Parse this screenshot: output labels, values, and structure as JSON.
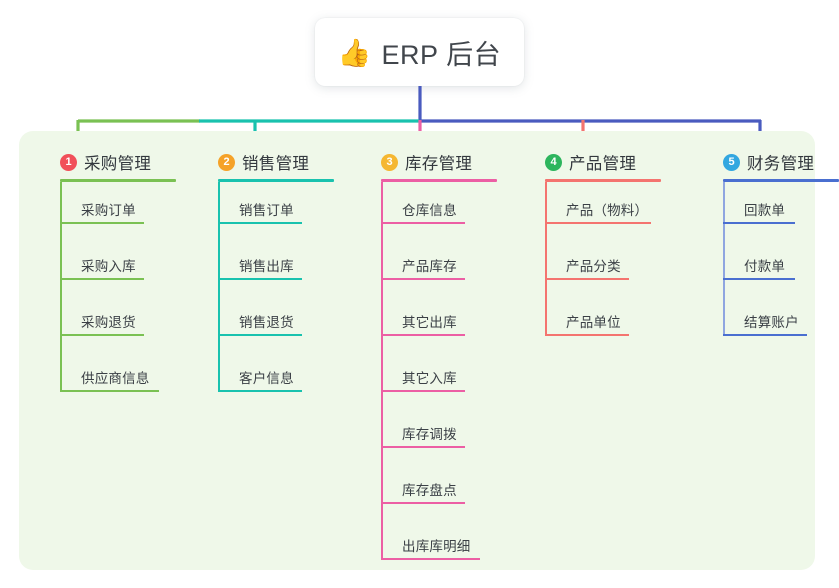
{
  "root": {
    "icon": "thumbs-up-icon",
    "emoji": "👍",
    "title": "ERP 后台"
  },
  "palette": {
    "panel_background": "#eff8e9",
    "page_background": "#ffffff",
    "card_background": "#ffffff",
    "text": "#3a3f45",
    "root_stem": "#4a5bbf",
    "connector_green": "#7ac153",
    "connector_teal": "#19c2ae",
    "connector_blue": "#4a5bbf"
  },
  "columns": [
    {
      "number": "1",
      "title": "采购管理",
      "badge_color": "#f1505a",
      "rule_color": "#7ac153",
      "spine_color": "#7ac153",
      "drop_color": "#7ac153",
      "head_rule_width": 116,
      "items": [
        {
          "label": "采购订单",
          "rule_width": 84
        },
        {
          "label": "采购入库",
          "rule_width": 84
        },
        {
          "label": "采购退货",
          "rule_width": 84
        },
        {
          "label": "供应商信息",
          "rule_width": 99
        }
      ]
    },
    {
      "number": "2",
      "title": "销售管理",
      "badge_color": "#f5a228",
      "rule_color": "#19c2ae",
      "spine_color": "#19c2ae",
      "drop_color": "#19c2ae",
      "head_rule_width": 116,
      "items": [
        {
          "label": "销售订单",
          "rule_width": 84
        },
        {
          "label": "销售出库",
          "rule_width": 84
        },
        {
          "label": "销售退货",
          "rule_width": 84
        },
        {
          "label": "客户信息",
          "rule_width": 84
        }
      ]
    },
    {
      "number": "3",
      "title": "库存管理",
      "badge_color": "#f5b731",
      "rule_color": "#ec5fa4",
      "spine_color": "#ec5fa4",
      "drop_color": "#ec5fa4",
      "head_rule_width": 116,
      "items": [
        {
          "label": "仓库信息",
          "rule_width": 84
        },
        {
          "label": "产品库存",
          "rule_width": 84
        },
        {
          "label": "其它出库",
          "rule_width": 84
        },
        {
          "label": "其它入库",
          "rule_width": 84
        },
        {
          "label": "库存调拨",
          "rule_width": 84
        },
        {
          "label": "库存盘点",
          "rule_width": 84
        },
        {
          "label": "出库库明细",
          "rule_width": 99
        }
      ]
    },
    {
      "number": "4",
      "title": "产品管理",
      "badge_color": "#2db55d",
      "rule_color": "#f4746f",
      "spine_color": "#f4746f",
      "drop_color": "#f4746f",
      "head_rule_width": 116,
      "items": [
        {
          "label": "产品（物料）",
          "rule_width": 106
        },
        {
          "label": "产品分类",
          "rule_width": 84
        },
        {
          "label": "产品单位",
          "rule_width": 84
        }
      ]
    },
    {
      "number": "5",
      "title": "财务管理",
      "badge_color": "#32a7e0",
      "rule_color": "#4a6fd0",
      "spine_color": "#8fa6e0",
      "drop_color": "#4a5bbf",
      "head_rule_width": 116,
      "items": [
        {
          "label": "回款单",
          "rule_width": 72
        },
        {
          "label": "付款单",
          "rule_width": 72
        },
        {
          "label": "结算账户",
          "rule_width": 84
        }
      ]
    }
  ]
}
